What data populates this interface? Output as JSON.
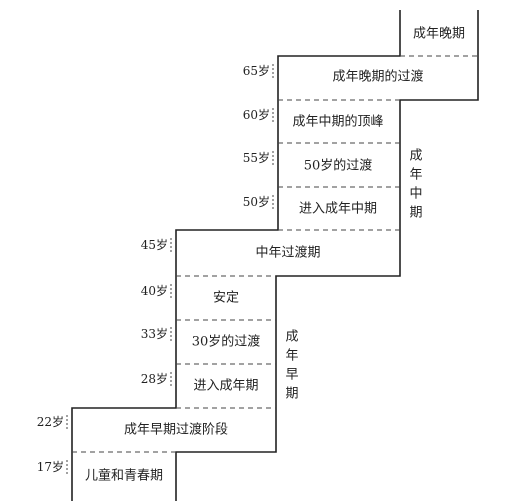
{
  "stages": [
    {
      "label": "成年晚期"
    },
    {
      "label": "成年晚期的过渡"
    },
    {
      "label": "成年中期的顶峰"
    },
    {
      "label": "50岁的过渡"
    },
    {
      "label": "进入成年中期"
    },
    {
      "label": "中年过渡期"
    },
    {
      "label": "安定"
    },
    {
      "label": "30岁的过渡"
    },
    {
      "label": "进入成年期"
    },
    {
      "label": "成年早期过渡阶段"
    },
    {
      "label": "儿童和青春期"
    }
  ],
  "ages": [
    "65岁",
    "60岁",
    "55岁",
    "50岁",
    "45岁",
    "40岁",
    "33岁",
    "28岁",
    "22岁",
    "17岁"
  ],
  "eras": [
    {
      "label": "成年中期",
      "chars": [
        "成",
        "年",
        "中",
        "期"
      ]
    },
    {
      "label": "成年早期",
      "chars": [
        "成",
        "年",
        "早",
        "期"
      ]
    }
  ]
}
